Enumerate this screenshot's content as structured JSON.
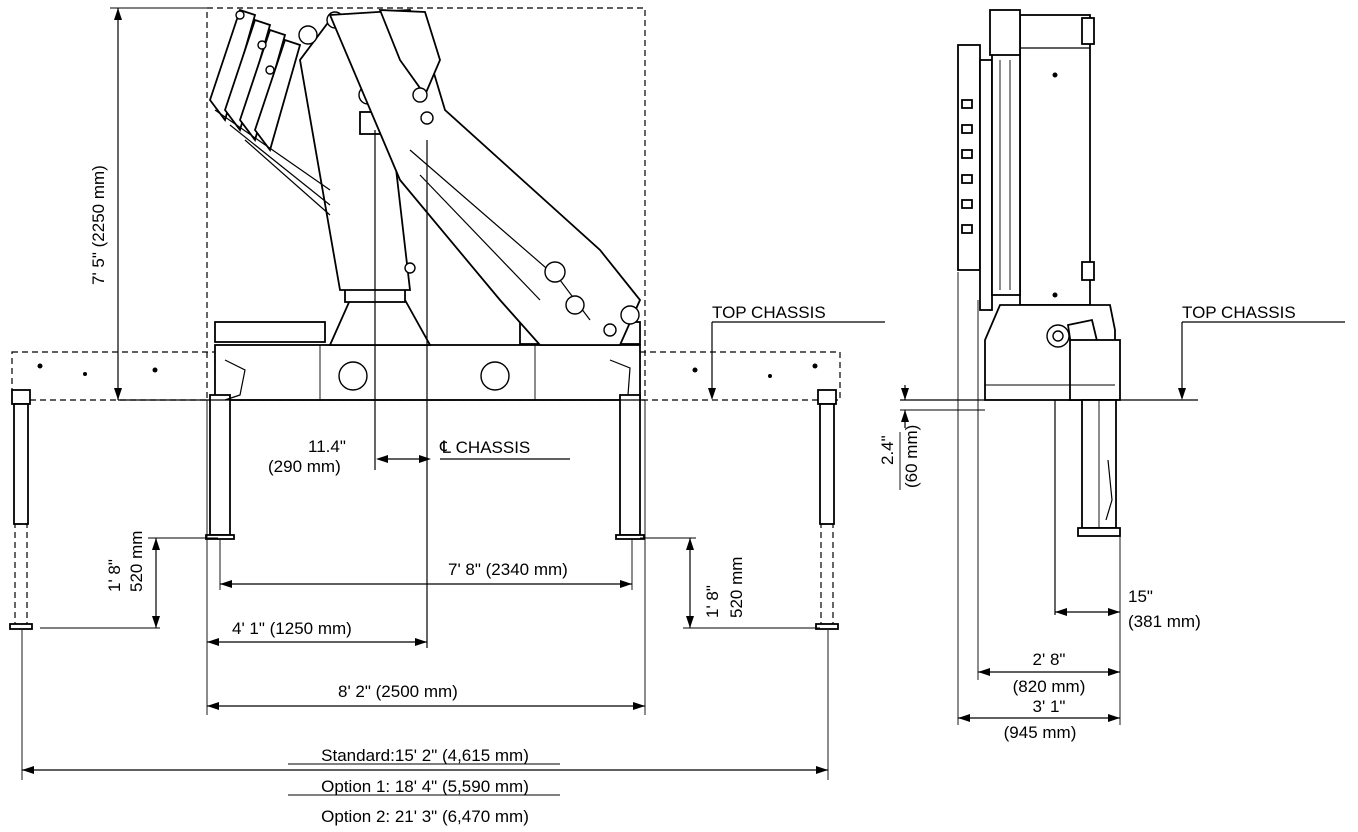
{
  "labels": {
    "height": "7' 5\" (2250 mm)",
    "top_chassis_left": "TOP CHASSIS",
    "top_chassis_right": "TOP CHASSIS",
    "offset_in": "11.4\"",
    "offset_mm": "(290 mm)",
    "centerline": "℄ CHASSIS",
    "stroke_left_ft": "1' 8\"",
    "stroke_left_mm": "520 mm",
    "stroke_right_ft": "1' 8\"",
    "stroke_right_mm": "520 mm",
    "outrigger_inner": "7' 8\" (2340 mm)",
    "half_width": "4' 1\" (1250 mm)",
    "base_width": "8' 2\" (2500 mm)",
    "span_standard": "Standard:15' 2\" (4,615 mm)",
    "span_option1": "Option 1: 18' 4\" (5,590 mm)",
    "span_option2": "Option 2: 21' 3\" (6,470 mm)",
    "side_drop_in": "2.4\"",
    "side_drop_mm": "(60 mm)",
    "side_offset_in": "15\"",
    "side_offset_mm": "(381 mm)",
    "side_width1_ft": "2' 8\"",
    "side_width1_mm": "(820 mm)",
    "side_width2_ft": "3' 1\"",
    "side_width2_mm": "(945 mm)"
  }
}
